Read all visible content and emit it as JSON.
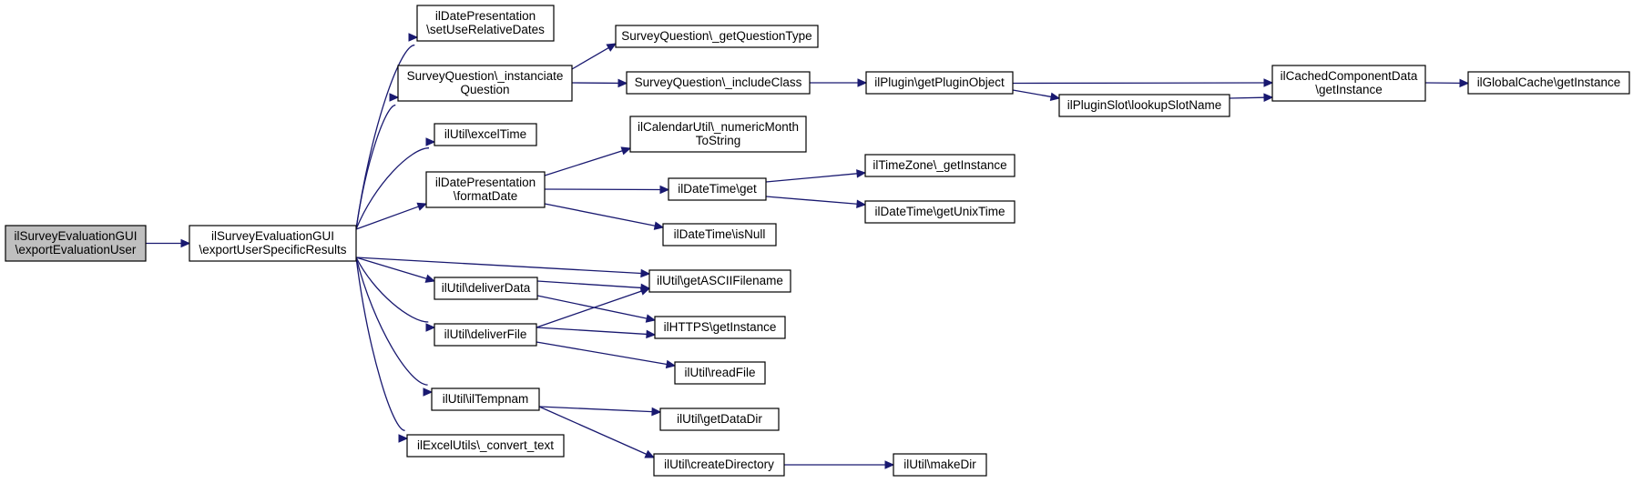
{
  "graph": {
    "edge_color": "#191970",
    "root_fill": "#bfbfbf",
    "nodes": [
      {
        "id": "n_export_eval_user",
        "lines": [
          "ilSurveyEvaluationGUI",
          "\\exportEvaluationUser"
        ],
        "root": true
      },
      {
        "id": "n_export_user_specific",
        "lines": [
          "ilSurveyEvaluationGUI",
          "\\exportUserSpecificResults"
        ]
      },
      {
        "id": "n_set_relative_dates",
        "lines": [
          "ilDatePresentation",
          "\\setUseRelativeDates"
        ]
      },
      {
        "id": "n_instanciate_question",
        "lines": [
          "SurveyQuestion\\_instanciate",
          "Question"
        ]
      },
      {
        "id": "n_get_question_type",
        "lines": [
          "SurveyQuestion\\_getQuestionType"
        ]
      },
      {
        "id": "n_include_class",
        "lines": [
          "SurveyQuestion\\_includeClass"
        ]
      },
      {
        "id": "n_get_plugin_object",
        "lines": [
          "ilPlugin\\getPluginObject"
        ]
      },
      {
        "id": "n_lookup_slot_name",
        "lines": [
          "ilPluginSlot\\lookupSlotName"
        ]
      },
      {
        "id": "n_cached_component_data",
        "lines": [
          "ilCachedComponentData",
          "\\getInstance"
        ]
      },
      {
        "id": "n_global_cache",
        "lines": [
          "ilGlobalCache\\getInstance"
        ]
      },
      {
        "id": "n_excel_time",
        "lines": [
          "ilUtil\\excelTime"
        ]
      },
      {
        "id": "n_numeric_month",
        "lines": [
          "ilCalendarUtil\\_numericMonth",
          "ToString"
        ]
      },
      {
        "id": "n_format_date",
        "lines": [
          "ilDatePresentation",
          "\\formatDate"
        ]
      },
      {
        "id": "n_timezone_instance",
        "lines": [
          "ilTimeZone\\_getInstance"
        ]
      },
      {
        "id": "n_datetime_get",
        "lines": [
          "ilDateTime\\get"
        ]
      },
      {
        "id": "n_unix_time",
        "lines": [
          "ilDateTime\\getUnixTime"
        ]
      },
      {
        "id": "n_is_null",
        "lines": [
          "ilDateTime\\isNull"
        ]
      },
      {
        "id": "n_deliver_data",
        "lines": [
          "ilUtil\\deliverData"
        ]
      },
      {
        "id": "n_ascii_filename",
        "lines": [
          "ilUtil\\getASCIIFilename"
        ]
      },
      {
        "id": "n_https_instance",
        "lines": [
          "ilHTTPS\\getInstance"
        ]
      },
      {
        "id": "n_deliver_file",
        "lines": [
          "ilUtil\\deliverFile"
        ]
      },
      {
        "id": "n_read_file",
        "lines": [
          "ilUtil\\readFile"
        ]
      },
      {
        "id": "n_il_tempnam",
        "lines": [
          "ilUtil\\ilTempnam"
        ]
      },
      {
        "id": "n_get_data_dir",
        "lines": [
          "ilUtil\\getDataDir"
        ]
      },
      {
        "id": "n_convert_text",
        "lines": [
          "ilExcelUtils\\_convert_text"
        ]
      },
      {
        "id": "n_create_directory",
        "lines": [
          "ilUtil\\createDirectory"
        ]
      },
      {
        "id": "n_make_dir",
        "lines": [
          "ilUtil\\makeDir"
        ]
      }
    ],
    "edges": [
      {
        "from": "n_export_eval_user",
        "to": "n_export_user_specific"
      },
      {
        "from": "n_export_user_specific",
        "to": "n_set_relative_dates"
      },
      {
        "from": "n_export_user_specific",
        "to": "n_instanciate_question"
      },
      {
        "from": "n_export_user_specific",
        "to": "n_excel_time"
      },
      {
        "from": "n_export_user_specific",
        "to": "n_format_date"
      },
      {
        "from": "n_export_user_specific",
        "to": "n_ascii_filename"
      },
      {
        "from": "n_export_user_specific",
        "to": "n_deliver_data"
      },
      {
        "from": "n_export_user_specific",
        "to": "n_deliver_file"
      },
      {
        "from": "n_export_user_specific",
        "to": "n_il_tempnam"
      },
      {
        "from": "n_export_user_specific",
        "to": "n_convert_text"
      },
      {
        "from": "n_instanciate_question",
        "to": "n_get_question_type"
      },
      {
        "from": "n_instanciate_question",
        "to": "n_include_class"
      },
      {
        "from": "n_include_class",
        "to": "n_get_plugin_object"
      },
      {
        "from": "n_get_plugin_object",
        "to": "n_cached_component_data"
      },
      {
        "from": "n_get_plugin_object",
        "to": "n_lookup_slot_name"
      },
      {
        "from": "n_lookup_slot_name",
        "to": "n_cached_component_data"
      },
      {
        "from": "n_cached_component_data",
        "to": "n_global_cache"
      },
      {
        "from": "n_format_date",
        "to": "n_numeric_month"
      },
      {
        "from": "n_format_date",
        "to": "n_datetime_get"
      },
      {
        "from": "n_format_date",
        "to": "n_is_null"
      },
      {
        "from": "n_datetime_get",
        "to": "n_timezone_instance"
      },
      {
        "from": "n_datetime_get",
        "to": "n_unix_time"
      },
      {
        "from": "n_deliver_data",
        "to": "n_ascii_filename"
      },
      {
        "from": "n_deliver_data",
        "to": "n_https_instance"
      },
      {
        "from": "n_deliver_file",
        "to": "n_ascii_filename"
      },
      {
        "from": "n_deliver_file",
        "to": "n_https_instance"
      },
      {
        "from": "n_deliver_file",
        "to": "n_read_file"
      },
      {
        "from": "n_il_tempnam",
        "to": "n_get_data_dir"
      },
      {
        "from": "n_il_tempnam",
        "to": "n_create_directory"
      },
      {
        "from": "n_create_directory",
        "to": "n_make_dir"
      }
    ]
  }
}
